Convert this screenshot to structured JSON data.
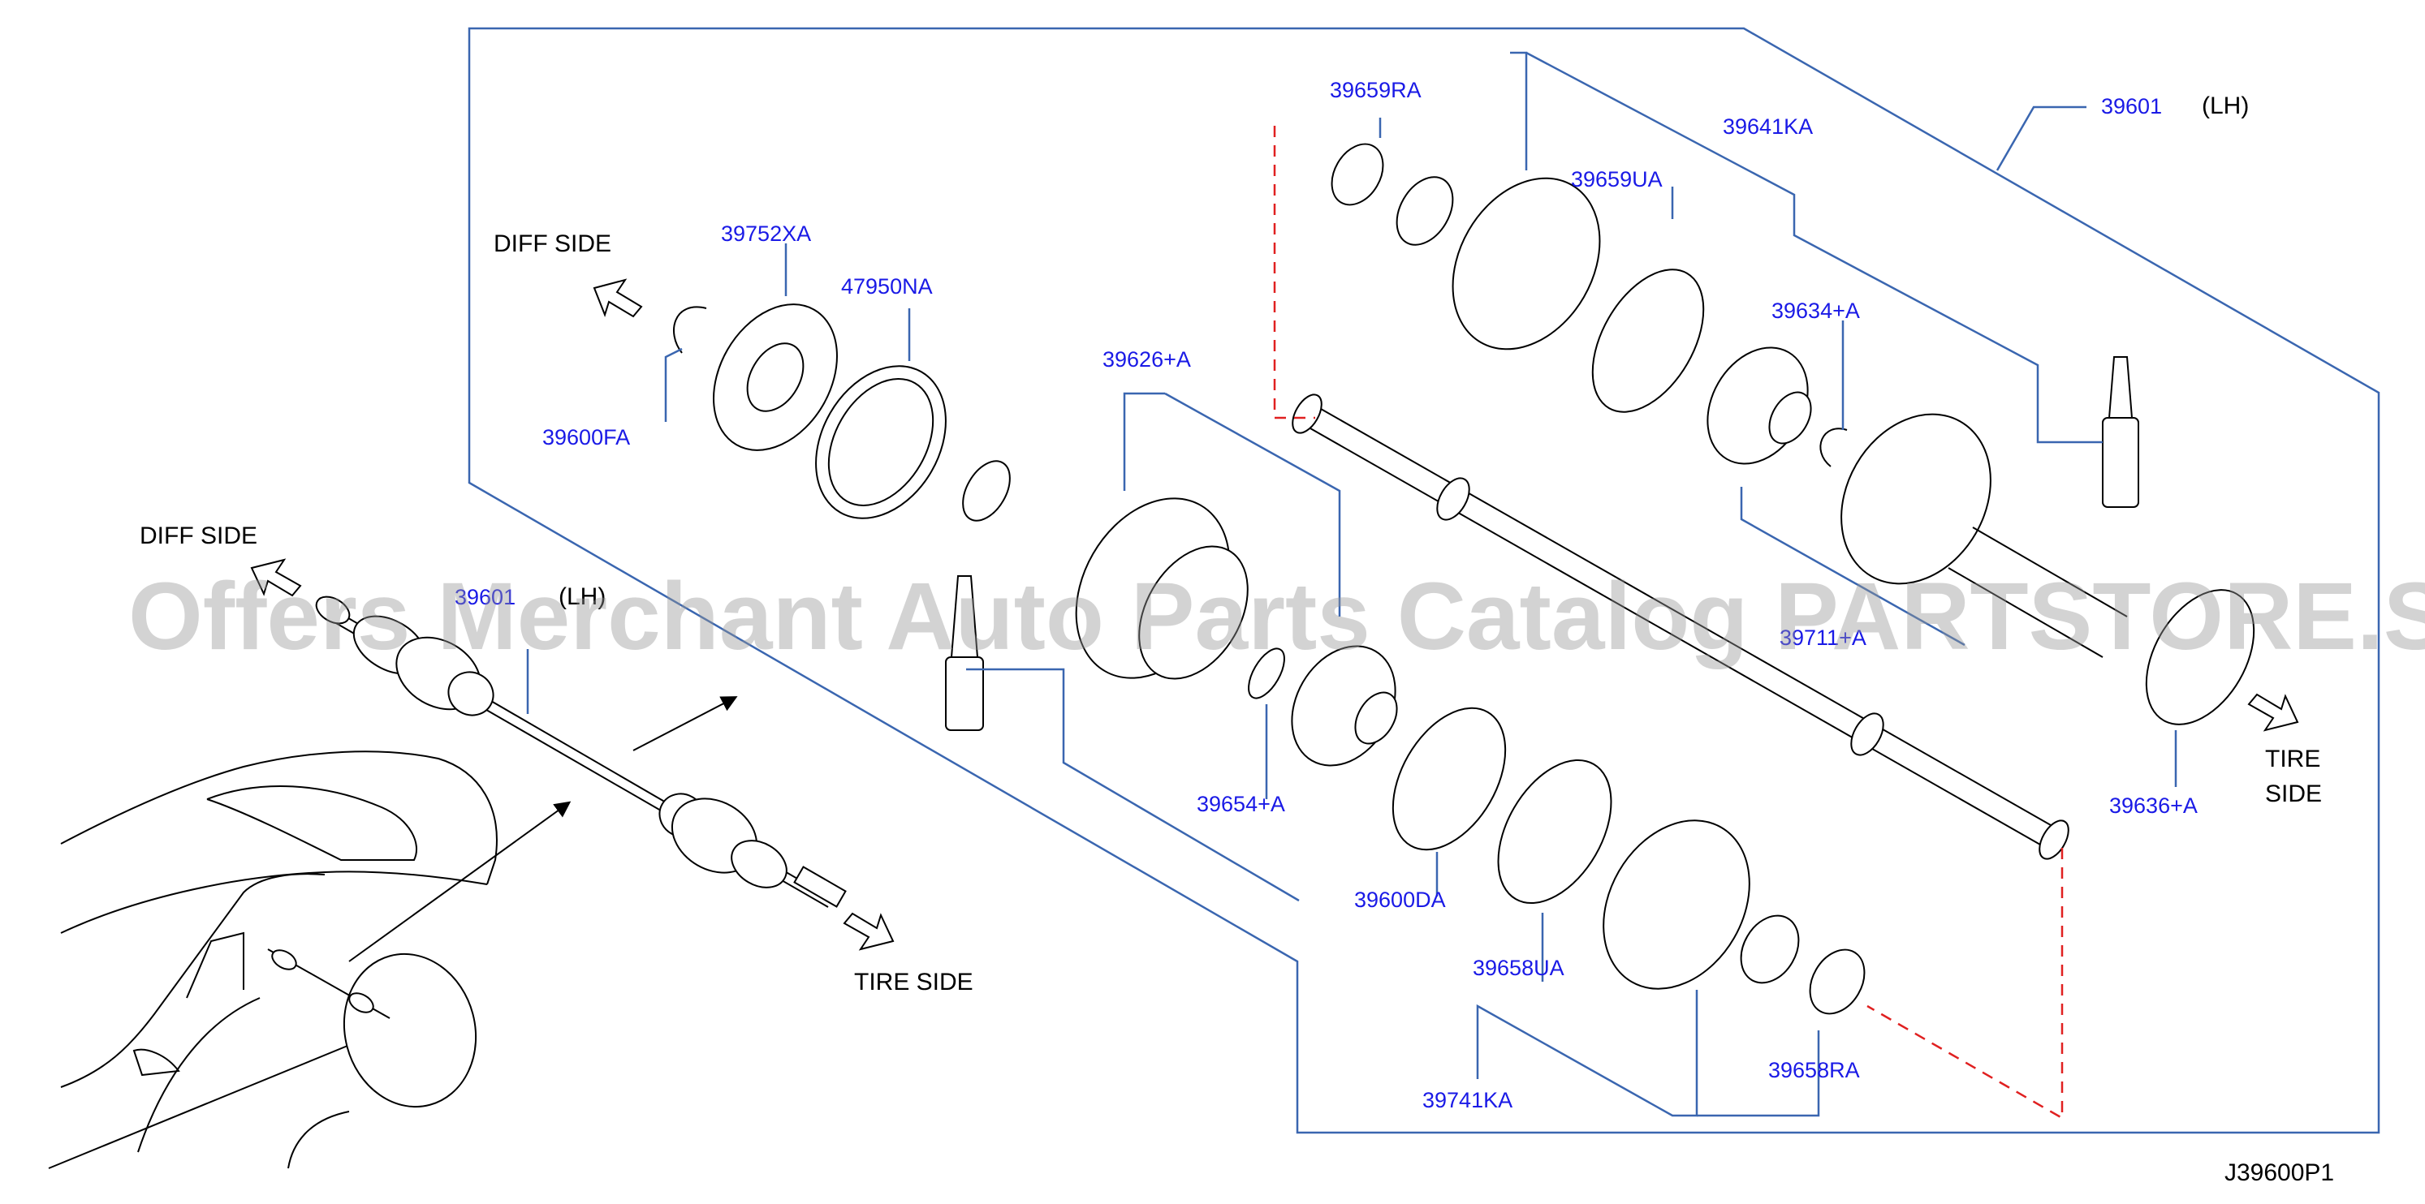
{
  "diagram_code": "J39600P1",
  "watermark": "Offers Merchant Auto Parts Catalog PARTSTORE.SA",
  "labels": {
    "diff_side_top": "DIFF   SIDE",
    "diff_side_left": "DIFF   SIDE",
    "tire_side_bottom": "TIRE   SIDE",
    "tire_right_1": "TIRE",
    "tire_right_2": "SIDE",
    "lh_top": "(LH)",
    "lh_small": "(LH)"
  },
  "parts": {
    "p39601": "39601",
    "p39601_small": "39601",
    "p39659RA": "39659RA",
    "p39641KA": "39641KA",
    "p39659UA": "39659UA",
    "p39634A": "39634+A",
    "p39752XA": "39752XA",
    "p47950NA": "47950NA",
    "p39600FA": "39600FA",
    "p39626A": "39626+A",
    "p39711A": "39711+A",
    "p39654A": "39654+A",
    "p39600DA": "39600DA",
    "p39658UA": "39658UA",
    "p39741KA": "39741KA",
    "p39658RA": "39658RA",
    "p39636A": "39636+A"
  },
  "colors": {
    "part_number": "#1a1ae6",
    "leader": "#3a66b0",
    "dashed": "#e02020"
  }
}
